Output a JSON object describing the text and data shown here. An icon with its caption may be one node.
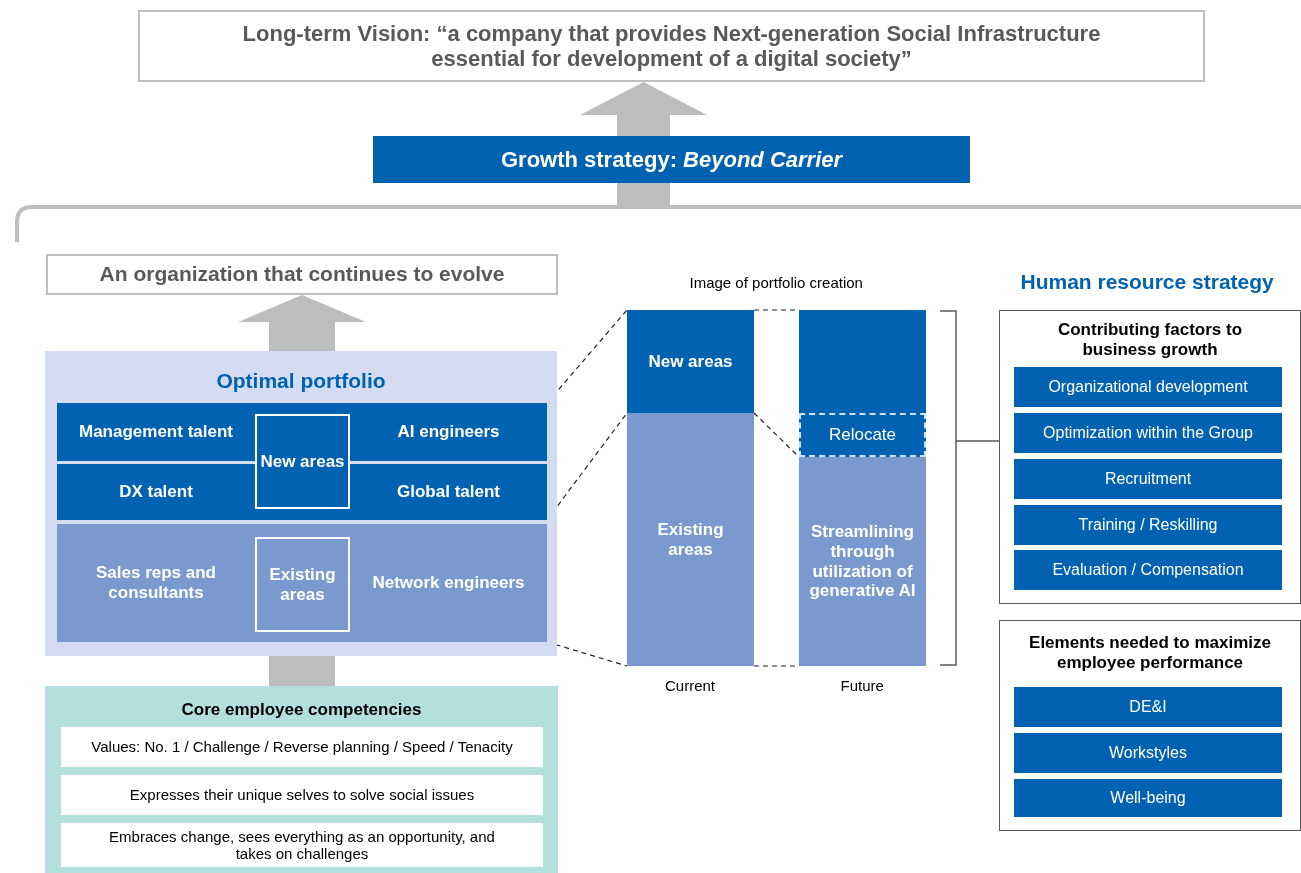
{
  "diagram": {
    "nodes": [
      {
        "text": [
          "Long-term Vision: “a company that provides Next-generation Social Infrastructure essential for development of a digital society”"
        ]
      },
      {
        "text": [
          "Growth strategy: *Beyond Carrier*"
        ]
      },
      {
        "text": [
          "An organization that continues to evolve"
        ]
      },
      {
        "text": [
          "Optimal portfolio"
        ]
      },
      {
        "text": [
          "Management talent"
        ],
        "in": 3
      },
      {
        "text": [
          "New areas"
        ],
        "in": 3
      },
      {
        "text": [
          "AI engineers"
        ],
        "in": 3
      },
      {
        "text": [
          "DX talent"
        ],
        "in": 3
      },
      {
        "text": [
          "Global talent"
        ],
        "in": 3
      },
      {
        "text": [
          "Sales reps and consultants"
        ],
        "in": 3
      },
      {
        "text": [
          "Existing areas"
        ],
        "in": 3
      },
      {
        "text": [
          "Network engineers"
        ],
        "in": 3
      },
      {
        "text": [
          "Core employee competencies"
        ]
      },
      {
        "text": [
          "Values: No. 1 / Challenge / Reverse planning / Speed / Tenacity"
        ],
        "in": 12
      },
      {
        "text": [
          "Expresses their unique selves to solve social issues"
        ],
        "in": 12
      },
      {
        "text": [
          "Embraces change, sees everything as an opportunity, and takes on challenges"
        ],
        "in": 12
      },
      {
        "text": [
          "New areas"
        ]
      },
      {
        "text": [
          "Existing areas"
        ]
      },
      {
        "text": [],
        "shape": "box"
      },
      {
        "text": [
          "Relocate"
        ]
      },
      {
        "text": [
          "Streamlining through utilization of generative AI"
        ]
      },
      {
        "text": [
          "Contributing factors to business growth"
        ]
      },
      {
        "text": [
          "Organizational development"
        ],
        "in": 21
      },
      {
        "text": [
          "Optimization within the Group"
        ],
        "in": 21
      },
      {
        "text": [
          "Recruitment"
        ],
        "in": 21
      },
      {
        "text": [
          "Training / Reskilling"
        ],
        "in": 21
      },
      {
        "text": [
          "Evaluation / Compensation"
        ],
        "in": 21
      },
      {
        "text": [
          "Elements needed to maximize employee performance"
        ]
      },
      {
        "text": [
          "DE&I"
        ],
        "in": 27
      },
      {
        "text": [
          "Workstyles"
        ],
        "in": 27
      },
      {
        "text": [
          "Well-being"
        ],
        "in": 27
      }
    ],
    "edges": [
      {
        "from": 1,
        "to": 0,
        "arrow": "to",
        "style": "thick",
        "color": "#bcbdbf"
      },
      {
        "from": 3,
        "to": 2,
        "arrow": "to",
        "style": "thick",
        "color": "#bcbdbf"
      },
      {
        "from": 12,
        "to": 3,
        "arrow": "none",
        "style": "thick",
        "color": "#bcbdbf"
      },
      {
        "from": 6,
        "to": 16,
        "arrow": "none",
        "style": "dashed"
      },
      {
        "from": 8,
        "to": 16,
        "arrow": "none",
        "style": "dashed"
      },
      {
        "from": 11,
        "to": 17,
        "arrow": "none",
        "style": "dashed"
      },
      {
        "from": 16,
        "to": 18,
        "arrow": "none",
        "style": "dashed"
      },
      {
        "from": 16,
        "to": 19,
        "arrow": "none",
        "style": "dashed"
      },
      {
        "from": 17,
        "to": 20,
        "arrow": "none",
        "style": "dashed"
      }
    ],
    "labels": [
      "Image of portfolio creation",
      "Current",
      "Future",
      "Human resource strategy"
    ]
  }
}
